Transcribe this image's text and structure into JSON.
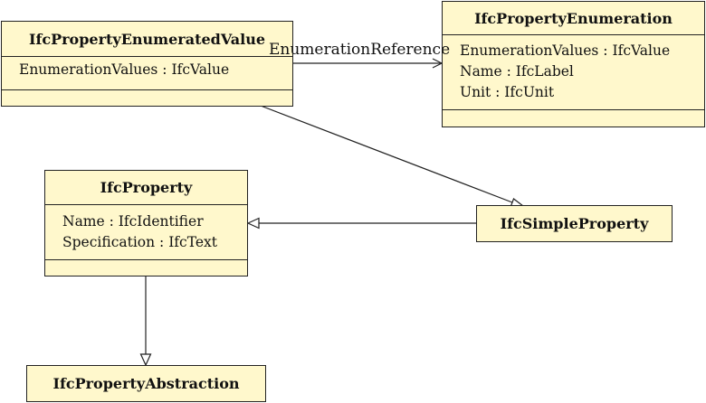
{
  "diagram": {
    "classes": {
      "enumerated_value": {
        "name": "IfcPropertyEnumeratedValue",
        "attributes": [
          "EnumerationValues : IfcValue"
        ]
      },
      "enumeration": {
        "name": "IfcPropertyEnumeration",
        "attributes": [
          "EnumerationValues : IfcValue",
          "Name : IfcLabel",
          "Unit : IfcUnit"
        ]
      },
      "property": {
        "name": "IfcProperty",
        "attributes": [
          "Name : IfcIdentifier",
          "Specification : IfcText"
        ]
      },
      "simple_property": {
        "name": "IfcSimpleProperty"
      },
      "property_abstraction": {
        "name": "IfcPropertyAbstraction"
      }
    },
    "relations": {
      "enumeration_reference": {
        "label": "EnumerationReference",
        "kind": "association"
      },
      "enumerated_value_to_simple_property": {
        "kind": "generalization"
      },
      "simple_property_to_property": {
        "kind": "generalization"
      },
      "property_to_property_abstraction": {
        "kind": "generalization"
      }
    },
    "colors": {
      "class_fill": "#fff8cc",
      "line": "#222222"
    }
  }
}
